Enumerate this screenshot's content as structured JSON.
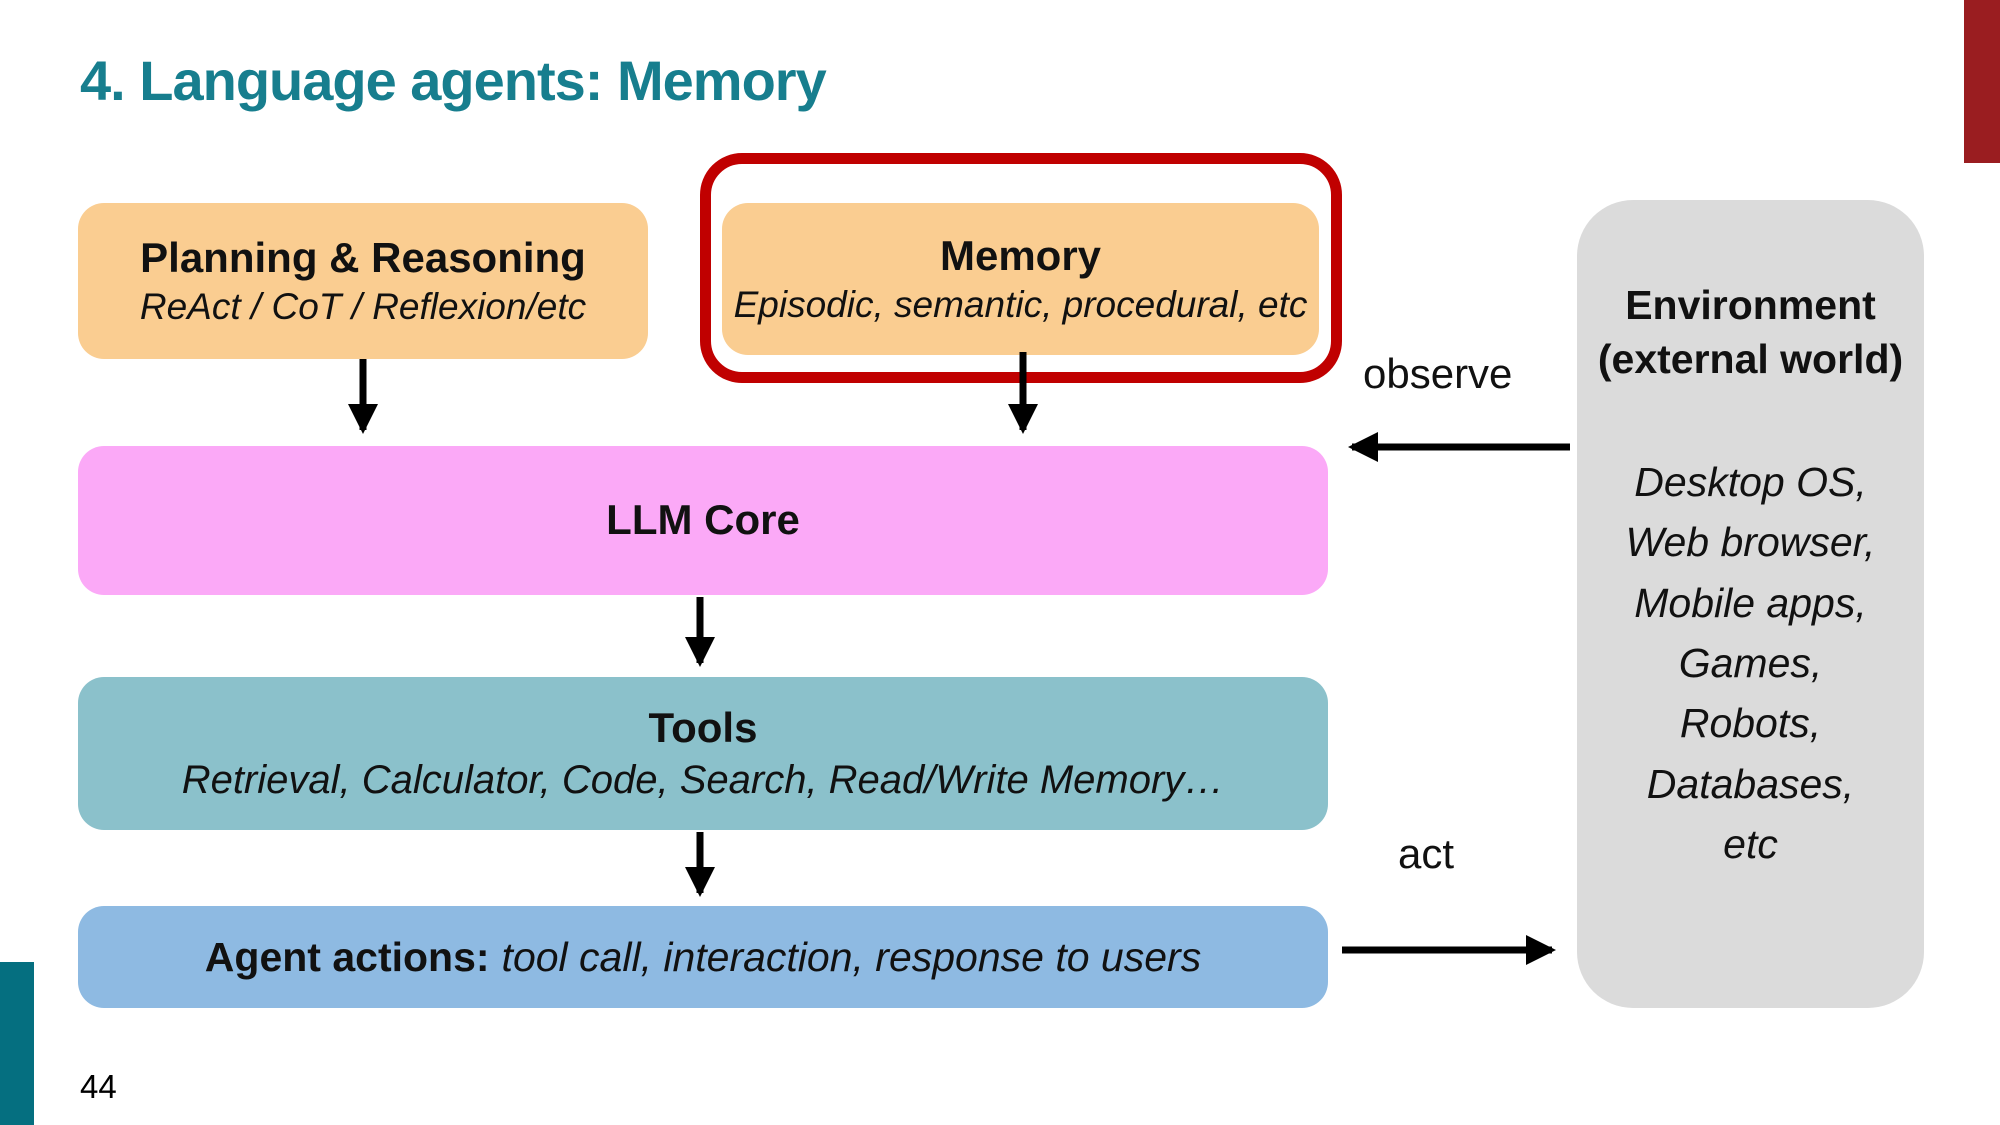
{
  "slide": {
    "title": "4. Language agents: Memory",
    "page_number": "44"
  },
  "boxes": {
    "planning": {
      "title": "Planning & Reasoning",
      "subtitle": "ReAct / CoT / Reflexion/etc"
    },
    "memory": {
      "title": "Memory",
      "subtitle": "Episodic, semantic, procedural, etc",
      "highlighted": true
    },
    "llm_core": {
      "title": "LLM Core"
    },
    "tools": {
      "title": "Tools",
      "subtitle": "Retrieval, Calculator, Code, Search, Read/Write Memory…"
    },
    "agent_actions": {
      "label_bold": "Agent actions:",
      "label_italic": "tool call, interaction, response to users"
    },
    "environment": {
      "title_line1": "Environment",
      "title_line2": "(external world)",
      "items": [
        "Desktop OS,",
        "Web browser,",
        "Mobile apps,",
        "Games,",
        "Robots,",
        "Databases,",
        "etc"
      ]
    }
  },
  "labels": {
    "observe": "observe",
    "act": "act"
  },
  "colors": {
    "title_teal": "#177E8E",
    "box_orange": "#FACD91",
    "box_pink": "#FBA9F7",
    "box_teal": "#8BC1CB",
    "box_blue": "#8EBAE2",
    "box_gray": "#DBDBDB",
    "highlight_red": "#C00000",
    "accent_red_bar": "#9A1D20",
    "accent_teal_bar": "#056F80",
    "arrow_black": "#000000"
  }
}
